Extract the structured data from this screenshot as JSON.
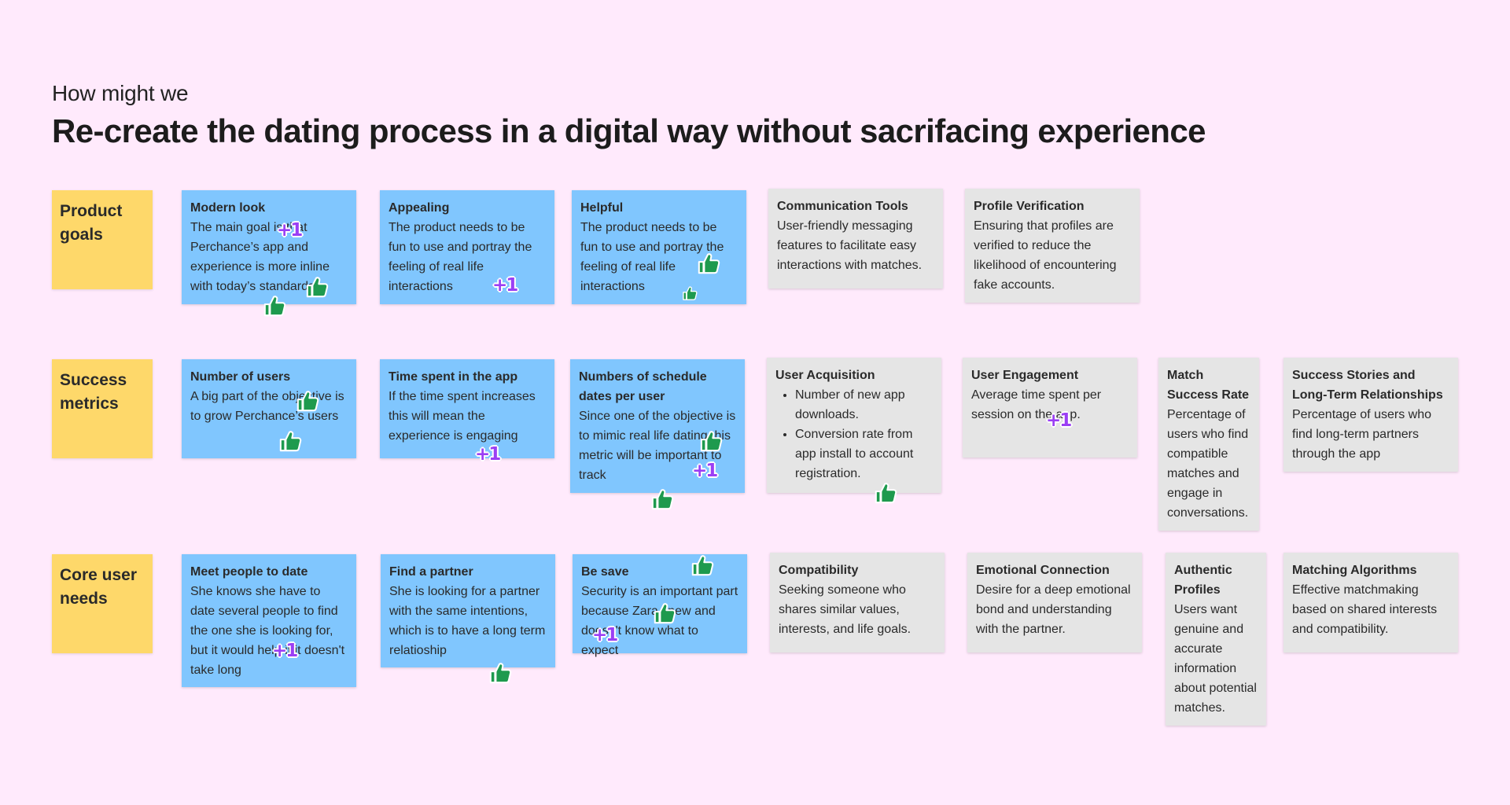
{
  "header": {
    "pre": "How might we",
    "title": "Re-create the dating process in a digital way without sacrifacing experience"
  },
  "rows": {
    "product_goals": "Product goals",
    "success_metrics": "Success metrics",
    "core_user_needs": "Core user needs"
  },
  "notes": {
    "modern_look": {
      "title": "Modern look",
      "body": "The main goal is that Perchance’s app and experience is more inline with today’s standards"
    },
    "appealing": {
      "title": "Appealing",
      "body": "The product needs to be fun to use and portray the feeling of real life interactions"
    },
    "helpful": {
      "title": "Helpful",
      "body": "The product needs to be fun to use and portray the feeling of real life interactions"
    },
    "communication_tools": {
      "title": "Communication Tools",
      "body": "User-friendly messaging features to facilitate easy interactions with matches."
    },
    "profile_verification": {
      "title": "Profile Verification",
      "body": "Ensuring that profiles are verified to reduce the likelihood of encountering fake accounts."
    },
    "number_of_users": {
      "title": "Number of users",
      "body": "A big part of the objective is to grow Perchance’s users"
    },
    "time_spent": {
      "title": "Time spent in the app",
      "body": "If the time spent increases this will mean the experience is engaging"
    },
    "schedule_dates": {
      "title": "Numbers of  schedule dates per user",
      "body": "Since one of the objective is to mimic real life dating this metric will be important to track"
    },
    "user_acquisition": {
      "title": "User Acquisition",
      "items": [
        "Number of new app downloads.",
        "Conversion rate from app install to account registration."
      ]
    },
    "user_engagement": {
      "title": "User Engagement",
      "body": "Average time spent per session on the app."
    },
    "match_success": {
      "title": "Match Success Rate",
      "body": "Percentage of users who find compatible matches and engage in conversations."
    },
    "success_stories": {
      "title": "Success Stories and Long-Term Relationships",
      "body": "Percentage of users who find long-term partners through the app"
    },
    "meet_people": {
      "title": "Meet people to date",
      "body": "She knows she have to date several people to find the one she is looking for, but it would help if it doesn't take long"
    },
    "find_partner": {
      "title": "Find a partner",
      "body": "She is looking for a partner with the same intentions, which is to have a long term relatioship"
    },
    "be_save": {
      "title": "Be save",
      "body": "Security is an important part because Zara knew and doesn't know what to expect"
    },
    "compatibility": {
      "title": "Compatibility",
      "body": "Seeking someone who shares similar values, interests, and life goals."
    },
    "emotional_connection": {
      "title": "Emotional Connection",
      "body": "Desire for a deep emotional bond and understanding with the partner."
    },
    "authentic_profiles": {
      "title": "Authentic Profiles",
      "body": "Users want genuine and accurate information about potential matches."
    },
    "matching_algorithms": {
      "title": "Matching Algorithms",
      "body": "Effective matchmaking based on shared interests and compatibility."
    }
  },
  "reactions": {
    "plus_one_label": "+1",
    "thumbs_icon": "thumbs-up-icon",
    "plus_one_icon": "plus-one-sticker"
  },
  "colors": {
    "background": "#ffeafc",
    "label_yellow": "#fed86a",
    "note_blue": "#80c6fe",
    "note_grey": "#e5e5e5",
    "thumbs_green": "#1e9a4e",
    "plus_one_purple": "#9b3ff4"
  }
}
